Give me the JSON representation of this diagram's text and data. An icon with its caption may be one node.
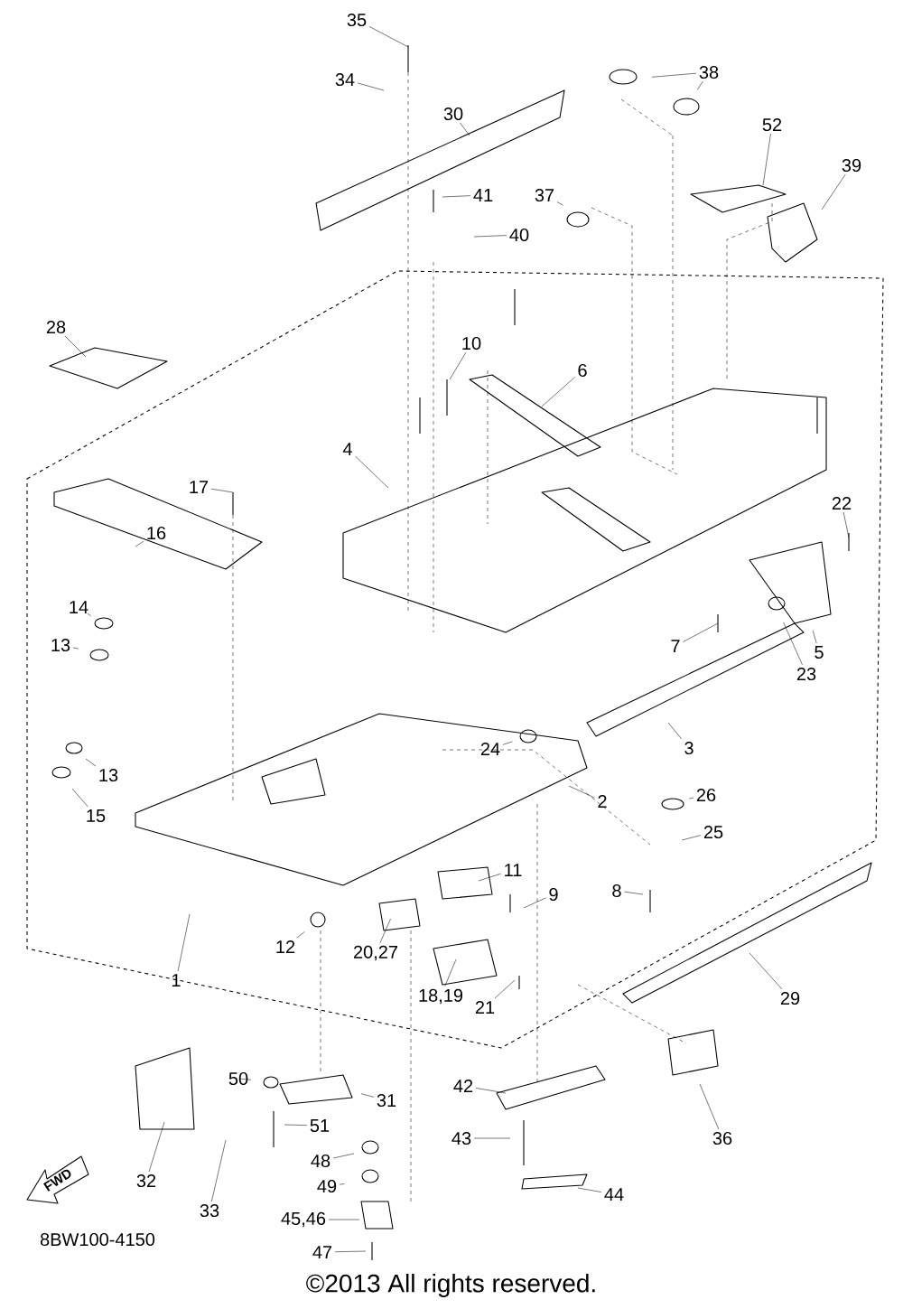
{
  "diagram": {
    "nodes": [
      {
        "text": [
          "35"
        ]
      },
      {
        "text": [
          "34"
        ]
      },
      {
        "text": [
          "30"
        ]
      },
      {
        "text": [
          "38"
        ]
      },
      {
        "text": [
          "52"
        ]
      },
      {
        "text": [
          "39"
        ]
      },
      {
        "text": [
          "37"
        ]
      },
      {
        "text": [
          "41"
        ]
      },
      {
        "text": [
          "40"
        ]
      },
      {
        "text": [
          "28"
        ]
      },
      {
        "text": [
          "10"
        ]
      },
      {
        "text": [
          "6"
        ]
      },
      {
        "text": [
          "4"
        ]
      },
      {
        "text": [
          "17"
        ]
      },
      {
        "text": [
          "16"
        ]
      },
      {
        "text": [
          "22"
        ]
      },
      {
        "text": [
          "14"
        ]
      },
      {
        "text": [
          "13"
        ]
      },
      {
        "text": [
          "7"
        ]
      },
      {
        "text": [
          "5"
        ]
      },
      {
        "text": [
          "23"
        ]
      },
      {
        "text": [
          "3"
        ]
      },
      {
        "text": [
          "24"
        ]
      },
      {
        "text": [
          "13"
        ]
      },
      {
        "text": [
          "15"
        ]
      },
      {
        "text": [
          "2"
        ]
      },
      {
        "text": [
          "26"
        ]
      },
      {
        "text": [
          "25"
        ]
      },
      {
        "text": [
          "11"
        ]
      },
      {
        "text": [
          "9"
        ]
      },
      {
        "text": [
          "8"
        ]
      },
      {
        "text": [
          "12"
        ]
      },
      {
        "text": [
          "20,27"
        ]
      },
      {
        "text": [
          "18,19"
        ]
      },
      {
        "text": [
          "21"
        ]
      },
      {
        "text": [
          "1"
        ]
      },
      {
        "text": [
          "29"
        ]
      },
      {
        "text": [
          "36"
        ]
      },
      {
        "text": [
          "42"
        ]
      },
      {
        "text": [
          "31"
        ]
      },
      {
        "text": [
          "50"
        ]
      },
      {
        "text": [
          "32"
        ]
      },
      {
        "text": [
          "51"
        ]
      },
      {
        "text": [
          "33"
        ]
      },
      {
        "text": [
          "43"
        ]
      },
      {
        "text": [
          "48"
        ]
      },
      {
        "text": [
          "49"
        ]
      },
      {
        "text": [
          "44"
        ]
      },
      {
        "text": [
          "45,46"
        ]
      },
      {
        "text": [
          "47"
        ]
      }
    ],
    "edges": [
      {
        "from": 0,
        "to": null,
        "arrow": "none"
      },
      {
        "from": 1,
        "to": null,
        "arrow": "none"
      },
      {
        "from": 2,
        "to": null,
        "arrow": "none"
      },
      {
        "from": 3,
        "to": null,
        "arrow": "none"
      },
      {
        "from": 3,
        "to": null,
        "arrow": "none"
      },
      {
        "from": 4,
        "to": null,
        "arrow": "none"
      },
      {
        "from": 5,
        "to": null,
        "arrow": "none"
      },
      {
        "from": 6,
        "to": null,
        "arrow": "none"
      },
      {
        "from": 7,
        "to": null,
        "arrow": "none"
      },
      {
        "from": 8,
        "to": null,
        "arrow": "none"
      },
      {
        "from": 9,
        "to": null,
        "arrow": "none"
      },
      {
        "from": 10,
        "to": null,
        "arrow": "none"
      },
      {
        "from": 11,
        "to": null,
        "arrow": "none"
      },
      {
        "from": 12,
        "to": null,
        "arrow": "none"
      },
      {
        "from": 13,
        "to": null,
        "arrow": "none"
      },
      {
        "from": 14,
        "to": null,
        "arrow": "none"
      },
      {
        "from": 15,
        "to": null,
        "arrow": "none"
      },
      {
        "from": 16,
        "to": null,
        "arrow": "none"
      },
      {
        "from": 17,
        "to": null,
        "arrow": "none"
      },
      {
        "from": 18,
        "to": null,
        "arrow": "none"
      },
      {
        "from": 19,
        "to": null,
        "arrow": "none"
      },
      {
        "from": 20,
        "to": null,
        "arrow": "none"
      },
      {
        "from": 21,
        "to": null,
        "arrow": "none"
      },
      {
        "from": 22,
        "to": null,
        "arrow": "none"
      },
      {
        "from": 23,
        "to": null,
        "arrow": "none"
      },
      {
        "from": 24,
        "to": null,
        "arrow": "none"
      },
      {
        "from": 25,
        "to": null,
        "arrow": "none"
      },
      {
        "from": 26,
        "to": null,
        "arrow": "none"
      },
      {
        "from": 27,
        "to": null,
        "arrow": "none"
      },
      {
        "from": 28,
        "to": null,
        "arrow": "none"
      },
      {
        "from": 29,
        "to": null,
        "arrow": "none"
      },
      {
        "from": 30,
        "to": null,
        "arrow": "none"
      },
      {
        "from": 31,
        "to": null,
        "arrow": "none"
      },
      {
        "from": 32,
        "to": null,
        "arrow": "none"
      },
      {
        "from": 33,
        "to": null,
        "arrow": "none"
      },
      {
        "from": 34,
        "to": null,
        "arrow": "none"
      },
      {
        "from": 35,
        "to": null,
        "arrow": "none"
      },
      {
        "from": 36,
        "to": null,
        "arrow": "none"
      },
      {
        "from": 37,
        "to": null,
        "arrow": "none"
      },
      {
        "from": 38,
        "to": null,
        "arrow": "none"
      },
      {
        "from": 39,
        "to": null,
        "arrow": "none"
      },
      {
        "from": 40,
        "to": null,
        "arrow": "none"
      },
      {
        "from": 41,
        "to": null,
        "arrow": "none"
      },
      {
        "from": 42,
        "to": null,
        "arrow": "none"
      },
      {
        "from": 43,
        "to": null,
        "arrow": "none"
      },
      {
        "from": 44,
        "to": null,
        "arrow": "none"
      },
      {
        "from": 45,
        "to": null,
        "arrow": "none"
      },
      {
        "from": 46,
        "to": null,
        "arrow": "none"
      },
      {
        "from": 47,
        "to": null,
        "arrow": "none"
      },
      {
        "from": 48,
        "to": null,
        "arrow": "none"
      },
      {
        "from": 49,
        "to": null,
        "arrow": "none"
      }
    ],
    "labels": [
      "FWD",
      "8BW100-4150",
      "©2013 All rights reserved."
    ]
  }
}
